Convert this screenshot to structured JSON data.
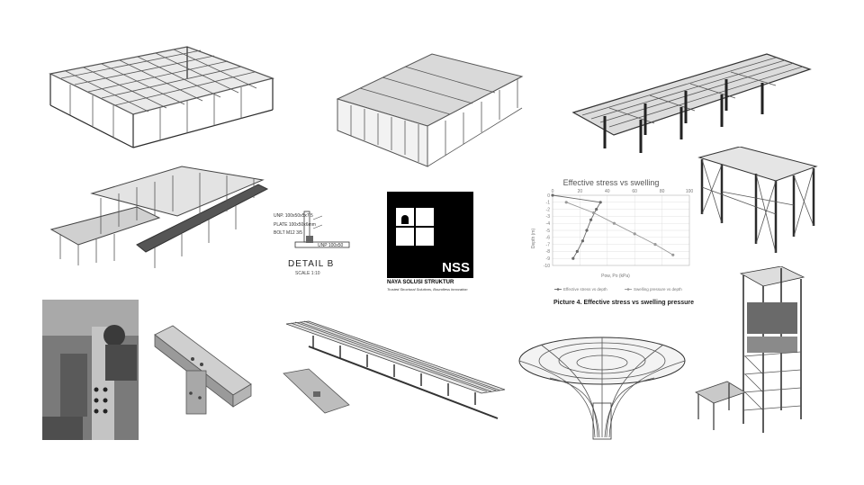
{
  "detail": {
    "label_1": "UNP. 100x50x5x7.5",
    "label_2": "PLATE 100x50x6mm",
    "label_3": "BOLT M12 3/5",
    "label_4": "UNP 100x50",
    "title": "DETAIL B",
    "scale": "SCALE 1:10"
  },
  "logo": {
    "mark": "NSS",
    "company": "NAYA SOLUSI STRUKTUR",
    "tagline": "Trusted Structural Solutions, Boundless Innovation"
  },
  "chart_data": {
    "type": "line",
    "title": "Effective stress vs swelling",
    "xlabel": "Pow, Po (kPa)",
    "ylabel": "Depth (m)",
    "xlim": [
      0,
      100
    ],
    "ylim": [
      -10,
      0
    ],
    "x_ticks": [
      "0",
      "20",
      "40",
      "60",
      "80",
      "100"
    ],
    "y_ticks": [
      "0",
      "-1",
      "-2",
      "-3",
      "-4",
      "-5",
      "-6",
      "-7",
      "-8",
      "-9",
      "-10"
    ],
    "grid": true,
    "legend_position": "bottom",
    "series": [
      {
        "name": "Effective stress vs depth",
        "points": [
          [
            0,
            0
          ],
          [
            35,
            -1
          ],
          [
            32,
            -2
          ],
          [
            28,
            -3.5
          ],
          [
            25,
            -5
          ],
          [
            22,
            -6.5
          ],
          [
            18,
            -8
          ],
          [
            15,
            -9
          ]
        ],
        "color": "#6a6a6a"
      },
      {
        "name": "Swelling pressure vs depth",
        "points": [
          [
            10,
            -1
          ],
          [
            30,
            -2.5
          ],
          [
            45,
            -4
          ],
          [
            60,
            -5.5
          ],
          [
            75,
            -7
          ],
          [
            88,
            -8.5
          ]
        ],
        "color": "#9a9a9a"
      }
    ],
    "caption": "Picture 4. Effective stress vs swelling pressure"
  }
}
